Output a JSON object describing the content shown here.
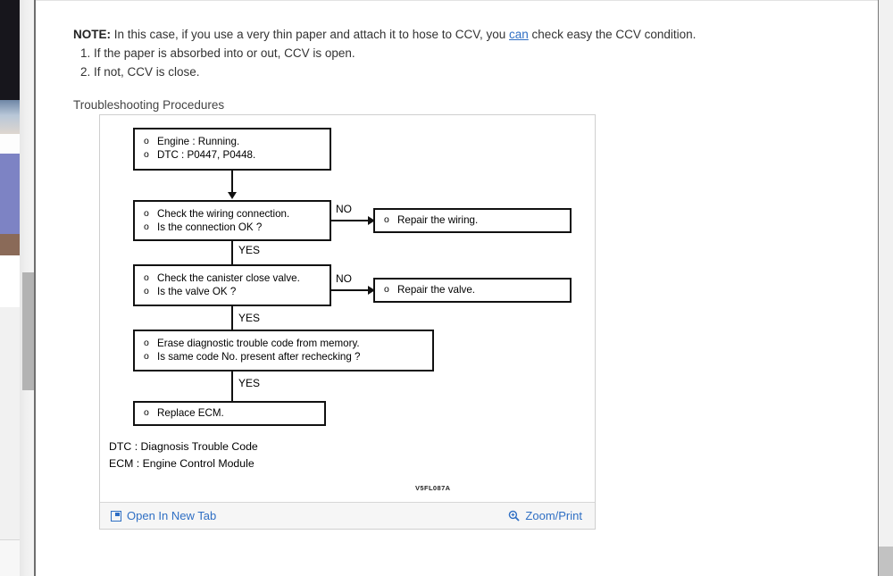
{
  "document": {
    "note": {
      "label": "NOTE:",
      "text_before": " In this case, if you use a very thin paper and attach it to hose to CCV, you ",
      "link": "can",
      "text_after": " check easy the CCV condition."
    },
    "list": [
      "1. If the paper is absorbed into or out, CCV is open.",
      "2. If not, CCV is close."
    ],
    "section_title": "Troubleshooting Procedures"
  },
  "figure": {
    "id_label": "V5FL087A",
    "legend": [
      "DTC : Diagnosis Trouble Code",
      "ECM : Engine Control Module"
    ],
    "flow": {
      "start": {
        "lines": [
          "Engine : Running.",
          "DTC : P0447, P0448."
        ]
      },
      "step1": {
        "lines": [
          "Check the wiring connection.",
          "Is the connection OK ?"
        ]
      },
      "step1_no": {
        "lines": [
          "Repair the wiring."
        ]
      },
      "step2": {
        "lines": [
          "Check the canister close valve.",
          "Is the valve OK ?"
        ]
      },
      "step2_no": {
        "lines": [
          "Repair the valve."
        ]
      },
      "step3": {
        "lines": [
          "Erase diagnostic trouble code from memory.",
          "Is same code No. present after rechecking ?"
        ]
      },
      "step4": {
        "lines": [
          "Replace ECM."
        ]
      },
      "labels": {
        "no1": "NO",
        "yes1": "YES",
        "no2": "NO",
        "yes2": "YES",
        "yes3": "YES"
      }
    },
    "toolbar": {
      "open_new_tab": "Open In New Tab",
      "zoom_print": "Zoom/Print"
    }
  },
  "colors": {
    "link": "#2f6fc4",
    "text": "#333333",
    "stroke": "#111111",
    "toolbar_bg": "#f6f6f6"
  }
}
